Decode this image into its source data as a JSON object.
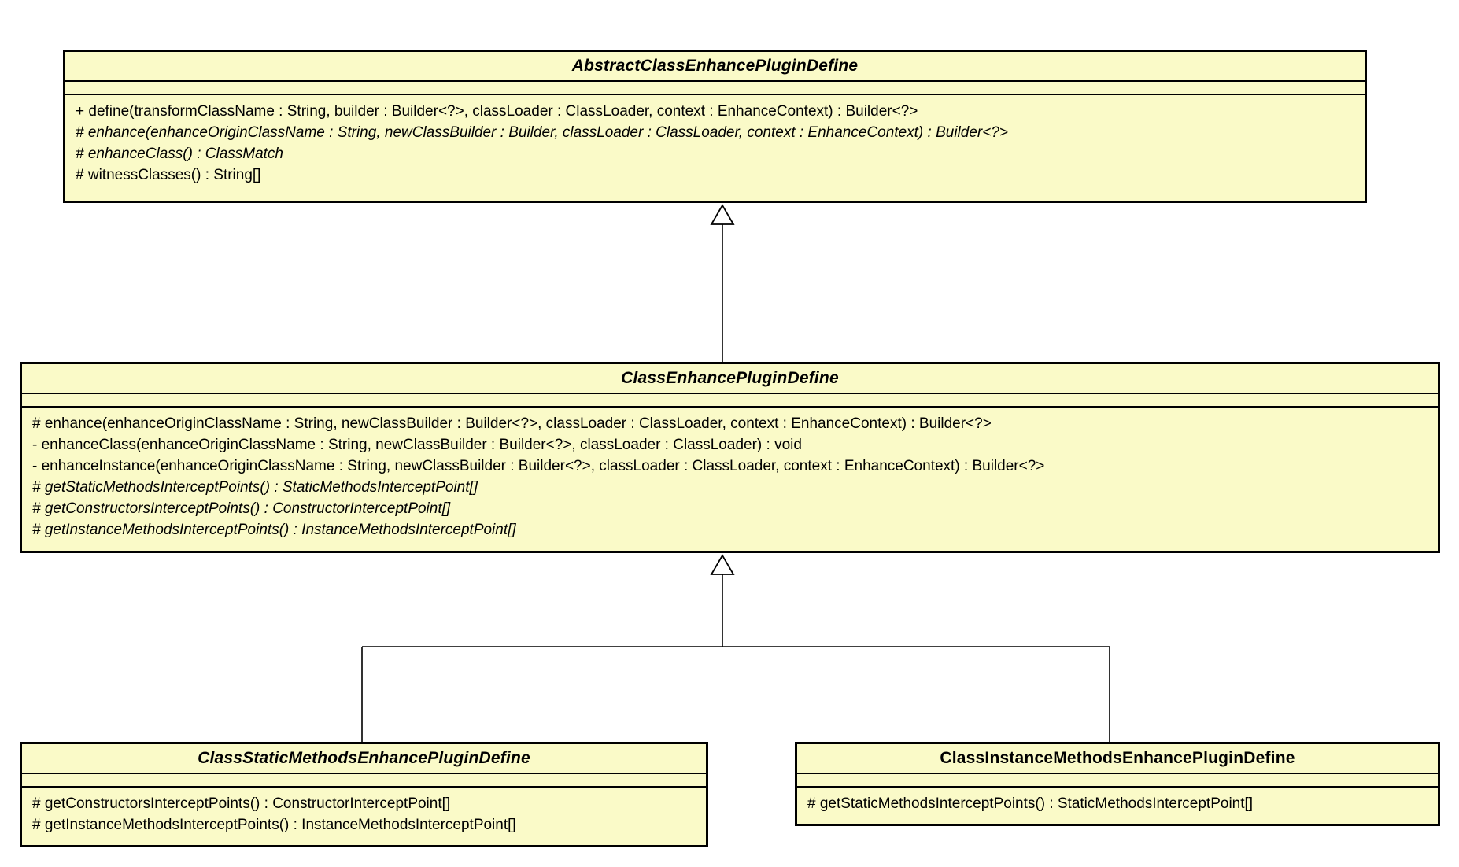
{
  "diagram": {
    "kind": "uml-class-diagram",
    "colors": {
      "background": "#FFFFFF",
      "box_fill": "#FAFAC8",
      "box_border": "#000000",
      "text": "#000000"
    },
    "classes": [
      {
        "name": "AbstractClassEnhancePluginDefine",
        "name_style": "bold-italic",
        "methods": [
          {
            "text": "+ define(transformClassName : String, builder : Builder<?>, classLoader : ClassLoader, context : EnhanceContext) : Builder<?>",
            "abstract": false
          },
          {
            "text": "# enhance(enhanceOriginClassName : String, newClassBuilder : Builder, classLoader : ClassLoader, context : EnhanceContext) : Builder<?>",
            "abstract": true
          },
          {
            "text": "# enhanceClass() : ClassMatch",
            "abstract": true
          },
          {
            "text": "# witnessClasses() : String[]",
            "abstract": false
          }
        ]
      },
      {
        "name": "ClassEnhancePluginDefine",
        "name_style": "bold-italic",
        "methods": [
          {
            "text": "# enhance(enhanceOriginClassName : String, newClassBuilder : Builder<?>, classLoader : ClassLoader, context : EnhanceContext) : Builder<?>",
            "abstract": false
          },
          {
            "text": "- enhanceClass(enhanceOriginClassName : String, newClassBuilder : Builder<?>, classLoader : ClassLoader) : void",
            "abstract": false
          },
          {
            "text": "- enhanceInstance(enhanceOriginClassName : String, newClassBuilder : Builder<?>, classLoader : ClassLoader, context : EnhanceContext) : Builder<?>",
            "abstract": false
          },
          {
            "text": "# getStaticMethodsInterceptPoints() : StaticMethodsInterceptPoint[]",
            "abstract": true
          },
          {
            "text": "# getConstructorsInterceptPoints() : ConstructorInterceptPoint[]",
            "abstract": true
          },
          {
            "text": "# getInstanceMethodsInterceptPoints() : InstanceMethodsInterceptPoint[]",
            "abstract": true
          }
        ]
      },
      {
        "name": "ClassStaticMethodsEnhancePluginDefine",
        "name_style": "bold-italic",
        "methods": [
          {
            "text": "# getConstructorsInterceptPoints() : ConstructorInterceptPoint[]",
            "abstract": false
          },
          {
            "text": "# getInstanceMethodsInterceptPoints() : InstanceMethodsInterceptPoint[]",
            "abstract": false
          }
        ]
      },
      {
        "name": "ClassInstanceMethodsEnhancePluginDefine",
        "name_style": "bold",
        "methods": [
          {
            "text": "# getStaticMethodsInterceptPoints() : StaticMethodsInterceptPoint[]",
            "abstract": false
          }
        ]
      }
    ],
    "relations": [
      {
        "type": "generalization",
        "from": "ClassEnhancePluginDefine",
        "to": "AbstractClassEnhancePluginDefine"
      },
      {
        "type": "generalization",
        "from": "ClassStaticMethodsEnhancePluginDefine",
        "to": "ClassEnhancePluginDefine"
      },
      {
        "type": "generalization",
        "from": "ClassInstanceMethodsEnhancePluginDefine",
        "to": "ClassEnhancePluginDefine"
      }
    ]
  }
}
